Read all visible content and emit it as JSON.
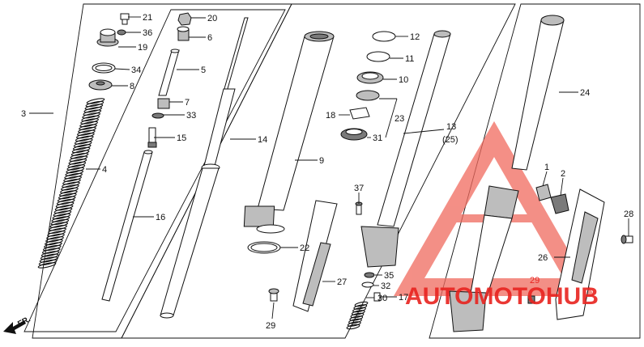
{
  "callouts": [
    {
      "id": "c21",
      "text": "21"
    },
    {
      "id": "c36",
      "text": "36"
    },
    {
      "id": "c19",
      "text": "19"
    },
    {
      "id": "c34",
      "text": "34"
    },
    {
      "id": "c8",
      "text": "8"
    },
    {
      "id": "c3",
      "text": "3"
    },
    {
      "id": "c4",
      "text": "4"
    },
    {
      "id": "c20",
      "text": "20"
    },
    {
      "id": "c6",
      "text": "6"
    },
    {
      "id": "c5",
      "text": "5"
    },
    {
      "id": "c7",
      "text": "7"
    },
    {
      "id": "c33",
      "text": "33"
    },
    {
      "id": "c15",
      "text": "15"
    },
    {
      "id": "c16",
      "text": "16"
    },
    {
      "id": "c14",
      "text": "14"
    },
    {
      "id": "c9",
      "text": "9"
    },
    {
      "id": "c22",
      "text": "22"
    },
    {
      "id": "c12",
      "text": "12"
    },
    {
      "id": "c11",
      "text": "11"
    },
    {
      "id": "c10",
      "text": "10"
    },
    {
      "id": "c18",
      "text": "18"
    },
    {
      "id": "c23",
      "text": "23"
    },
    {
      "id": "c31",
      "text": "31"
    },
    {
      "id": "c13",
      "text": "13"
    },
    {
      "id": "c25",
      "text": "(25)"
    },
    {
      "id": "c37",
      "text": "37"
    },
    {
      "id": "c27",
      "text": "27"
    },
    {
      "id": "c35",
      "text": "35"
    },
    {
      "id": "c32",
      "text": "32"
    },
    {
      "id": "c30",
      "text": "30"
    },
    {
      "id": "c17",
      "text": "17"
    },
    {
      "id": "c29a",
      "text": "29"
    },
    {
      "id": "c24",
      "text": "24"
    },
    {
      "id": "c1",
      "text": "1"
    },
    {
      "id": "c2",
      "text": "2"
    },
    {
      "id": "c28",
      "text": "28"
    },
    {
      "id": "c26",
      "text": "26"
    },
    {
      "id": "c29b",
      "text": "29"
    }
  ],
  "front_label": "FR.",
  "watermark": {
    "text": "AUTOMOTOHUB",
    "color": "#e8231f",
    "triangle_color": "#f06a5e"
  }
}
